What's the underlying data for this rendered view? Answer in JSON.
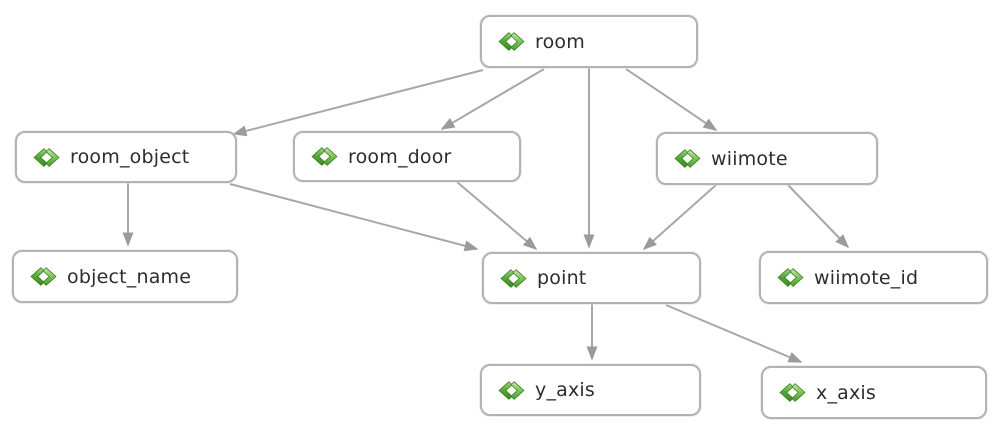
{
  "diagram": {
    "type": "xml-schema-hierarchy",
    "nodes": [
      {
        "id": "room",
        "label": "room"
      },
      {
        "id": "room_object",
        "label": "room_object"
      },
      {
        "id": "room_door",
        "label": "room_door"
      },
      {
        "id": "wiimote",
        "label": "wiimote"
      },
      {
        "id": "object_name",
        "label": "object_name"
      },
      {
        "id": "point",
        "label": "point"
      },
      {
        "id": "wiimote_id",
        "label": "wiimote_id"
      },
      {
        "id": "y_axis",
        "label": "y_axis"
      },
      {
        "id": "x_axis",
        "label": "x_axis"
      }
    ],
    "edges": [
      {
        "from": "room",
        "to": "room_object"
      },
      {
        "from": "room",
        "to": "room_door"
      },
      {
        "from": "room",
        "to": "point"
      },
      {
        "from": "room",
        "to": "wiimote"
      },
      {
        "from": "room_object",
        "to": "object_name"
      },
      {
        "from": "room_object",
        "to": "point"
      },
      {
        "from": "room_door",
        "to": "point"
      },
      {
        "from": "wiimote",
        "to": "point"
      },
      {
        "from": "wiimote",
        "to": "wiimote_id"
      },
      {
        "from": "point",
        "to": "y_axis"
      },
      {
        "from": "point",
        "to": "x_axis"
      }
    ],
    "icon": "xml-element-icon",
    "colors": {
      "background": "#ffffff",
      "node_fill": "#ffffff",
      "node_border": "#b3b3b3",
      "edge_line": "#a8a8a8",
      "arrowhead": "#9b9b9b",
      "label_text": "#2d2d2d",
      "icon_green_dark": "#3c8c22",
      "icon_green_mid": "#5cae3a",
      "icon_green_light": "#a6d98b"
    }
  }
}
